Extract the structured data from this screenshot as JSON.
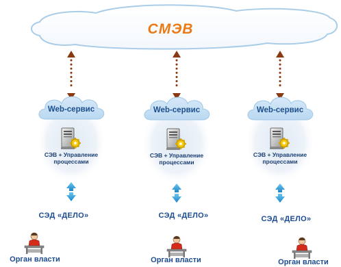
{
  "smev": {
    "label": "СМЭВ"
  },
  "nodes": [
    {
      "web_service": "Web-сервис",
      "server_label": "СЭВ + Управление процессами",
      "sed_label": "СЭД «ДЕЛО»",
      "authority_label": "Орган власти"
    },
    {
      "web_service": "Web-сервис",
      "server_label": "СЭВ + Управление процессами",
      "sed_label": "СЭД «ДЕЛО»",
      "authority_label": "Орган власти"
    },
    {
      "web_service": "Web-сервис",
      "server_label": "СЭВ + Управление процессами",
      "sed_label": "СЭД «ДЕЛО»",
      "authority_label": "Орган власти"
    }
  ],
  "colors": {
    "cloud_fill": "#ffffff",
    "cloud_stroke": "#a9cde8",
    "smev_text": "#ea7a16",
    "dotted_link": "#8a3a12",
    "label_blue": "#1c4b8f",
    "sync_arrow": "#2a9fd6",
    "person_red": "#d42a1a"
  },
  "icons": [
    "cloud-icon",
    "server-gear-icon",
    "bidirectional-arrow-icon",
    "person-at-desk-icon"
  ]
}
